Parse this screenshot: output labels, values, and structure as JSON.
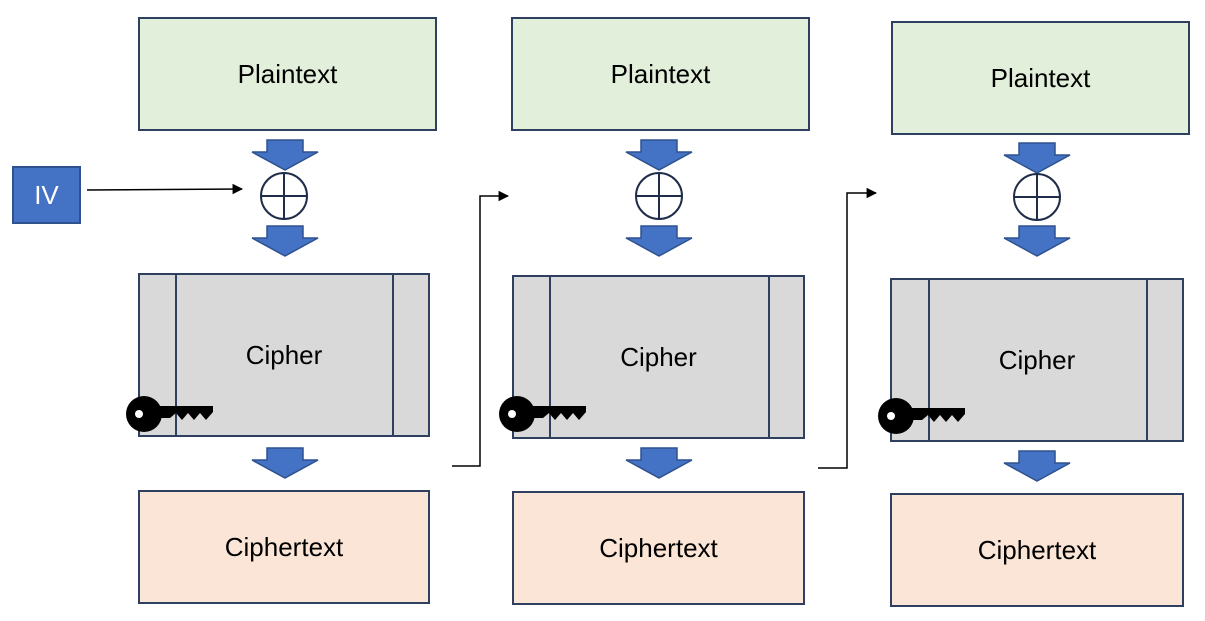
{
  "iv": {
    "label": "IV"
  },
  "blocks": [
    {
      "plaintext": "Plaintext",
      "cipher": "Cipher",
      "ciphertext": "Ciphertext"
    },
    {
      "plaintext": "Plaintext",
      "cipher": "Cipher",
      "ciphertext": "Ciphertext"
    },
    {
      "plaintext": "Plaintext",
      "cipher": "Cipher",
      "ciphertext": "Ciphertext"
    }
  ],
  "colors": {
    "plaintext_fill": "#e2efda",
    "cipher_fill": "#d9d9d9",
    "ciphertext_fill": "#fbe5d6",
    "arrow_fill": "#4472c4",
    "iv_fill": "#4472c4"
  }
}
